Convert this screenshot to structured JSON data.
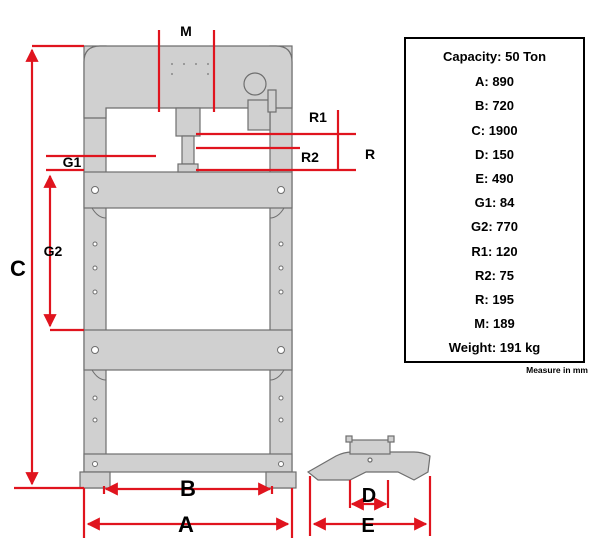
{
  "dimension_labels": {
    "M": "M",
    "R1": "R1",
    "R2": "R2",
    "R": "R",
    "G1": "G1",
    "G2": "G2",
    "C": "C",
    "B": "B",
    "A": "A",
    "D": "D",
    "E": "E"
  },
  "specs": [
    "Capacity: 50 Ton",
    "A: 890",
    "B: 720",
    "C: 1900",
    "D: 150",
    "E: 490",
    "G1: 84",
    "G2: 770",
    "R1: 120",
    "R2: 75",
    "R: 195",
    "M: 189",
    "Weight: 191 kg"
  ],
  "measure_note": "Measure in mm",
  "colors": {
    "frame_fill": "#d0d0d0",
    "frame_stroke": "#6e6e6e",
    "dimension_red": "#e0141e",
    "text": "#000000"
  }
}
